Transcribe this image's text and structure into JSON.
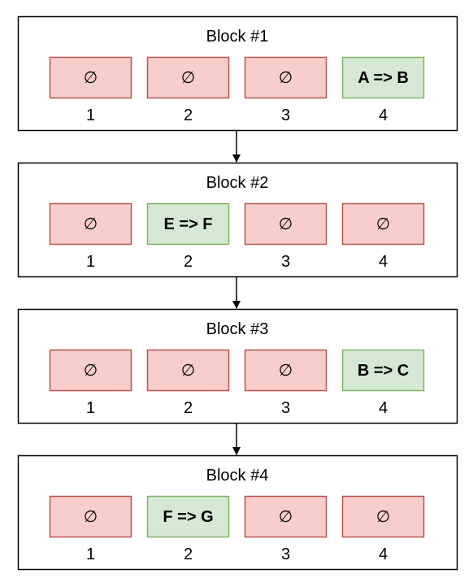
{
  "colors": {
    "empty_fill": "#f8cecc",
    "empty_stroke": "#b85450",
    "filled_fill": "#d5e8d4",
    "filled_stroke": "#82b366",
    "block_stroke": "#000000",
    "arrow": "#000000"
  },
  "blocks": [
    {
      "title": "Block #1",
      "slots": [
        {
          "index": "1",
          "text": "∅",
          "state": "empty"
        },
        {
          "index": "2",
          "text": "∅",
          "state": "empty"
        },
        {
          "index": "3",
          "text": "∅",
          "state": "empty"
        },
        {
          "index": "4",
          "text": "A => B",
          "state": "filled"
        }
      ]
    },
    {
      "title": "Block #2",
      "slots": [
        {
          "index": "1",
          "text": "∅",
          "state": "empty"
        },
        {
          "index": "2",
          "text": "E => F",
          "state": "filled"
        },
        {
          "index": "3",
          "text": "∅",
          "state": "empty"
        },
        {
          "index": "4",
          "text": "∅",
          "state": "empty"
        }
      ]
    },
    {
      "title": "Block #3",
      "slots": [
        {
          "index": "1",
          "text": "∅",
          "state": "empty"
        },
        {
          "index": "2",
          "text": "∅",
          "state": "empty"
        },
        {
          "index": "3",
          "text": "∅",
          "state": "empty"
        },
        {
          "index": "4",
          "text": "B => C",
          "state": "filled"
        }
      ]
    },
    {
      "title": "Block #4",
      "slots": [
        {
          "index": "1",
          "text": "∅",
          "state": "empty"
        },
        {
          "index": "2",
          "text": "F => G",
          "state": "filled"
        },
        {
          "index": "3",
          "text": "∅",
          "state": "empty"
        },
        {
          "index": "4",
          "text": "∅",
          "state": "empty"
        }
      ]
    }
  ]
}
